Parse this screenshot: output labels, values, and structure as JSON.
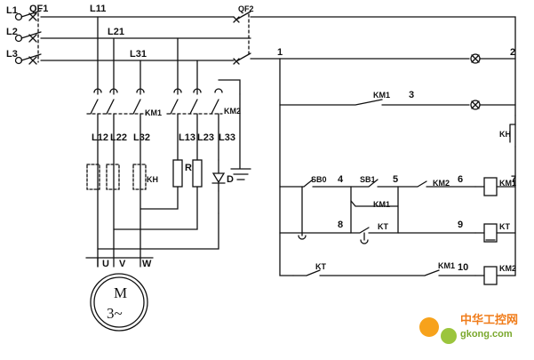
{
  "diagram": {
    "lines": {
      "supply": [
        "L1",
        "L2",
        "L3"
      ],
      "breaker": "QF1",
      "after_breaker": [
        "L11",
        "L21",
        "L31"
      ],
      "motor_side": [
        "L12",
        "L22",
        "L32"
      ],
      "brake_side": [
        "L13",
        "L23",
        "L33"
      ]
    },
    "components": {
      "qf2": "QF2",
      "km1": "KM1",
      "km2": "KM2",
      "kh": "KH",
      "r": "R",
      "d": "D",
      "kt": "KT"
    },
    "motor": {
      "terminals": [
        "U",
        "V",
        "W"
      ],
      "label": "M",
      "phase": "3~"
    },
    "control": {
      "buttons": [
        "SB0",
        "SB1"
      ],
      "nodes": [
        "1",
        "2",
        "3",
        "4",
        "5",
        "6",
        "7",
        "8",
        "9",
        "10"
      ],
      "contacts": {
        "km1_lamp": "KM1",
        "km1_hold": "KM1",
        "km2_interlock": "KM2",
        "kt_contact": "KT",
        "kt_bottom": "KT",
        "km1_bottom": "KM1",
        "kh_contact": "KH"
      },
      "coils": [
        "KM1",
        "KT",
        "KM2"
      ]
    }
  },
  "watermark": {
    "text": "中华工控网",
    "url": "gkong.com"
  }
}
